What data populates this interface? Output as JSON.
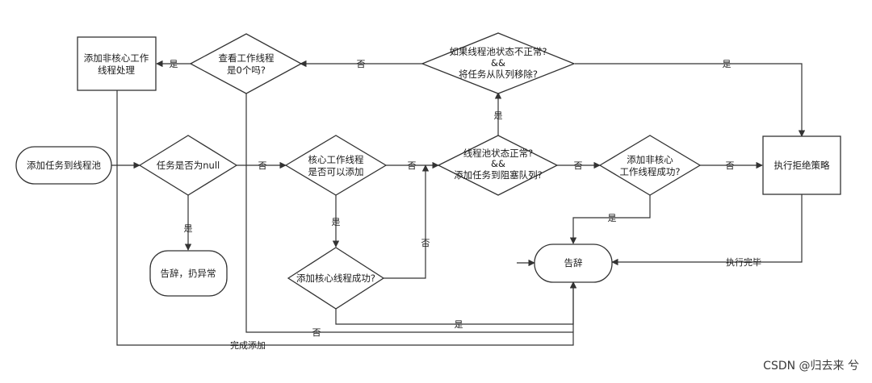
{
  "nodes": {
    "start": "添加任务到线程池",
    "is_null": "任务是否为null",
    "core_can_add": [
      "核心工作线程",
      "是否可以添加"
    ],
    "pool_normal": [
      "线程池状态正常?",
      "&&",
      "添加任务到阻塞队列?"
    ],
    "add_noncore_ok": [
      "添加非核心",
      "工作线程成功?"
    ],
    "reject": "执行拒绝策略",
    "check_zero": [
      "查看工作线程",
      "是0个吗?"
    ],
    "add_noncore_task": [
      "添加非核心工作",
      "线程处理"
    ],
    "abnormal_remove": [
      "如果线程池状态不正常?",
      "&&",
      "将任务从队列移除?"
    ],
    "add_core_ok": "添加核心线程成功?",
    "goodbye_throw": "告辞，扔异常",
    "goodbye": "告辞"
  },
  "edges": {
    "no": "否",
    "yes": "是",
    "done_adding": "完成添加",
    "done_exec": "执行完毕"
  },
  "watermark": "CSDN @归去来 兮"
}
